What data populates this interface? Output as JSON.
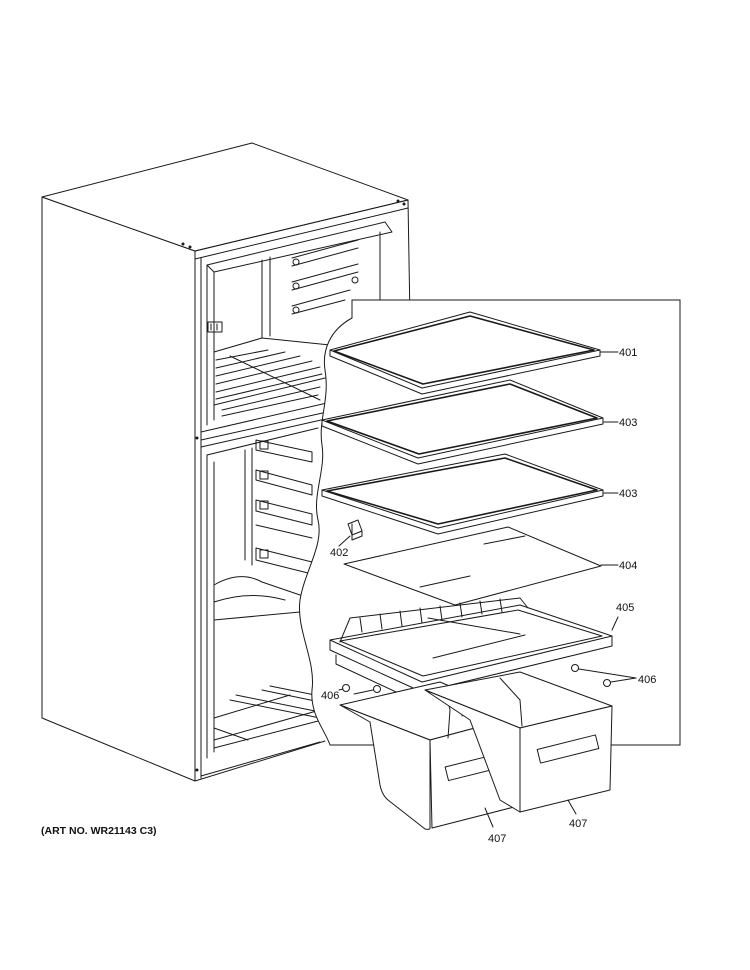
{
  "art_number": "(ART NO. WR21143 C3)",
  "callouts": [
    {
      "id": "c401",
      "text": "401"
    },
    {
      "id": "c403a",
      "text": "403"
    },
    {
      "id": "c403b",
      "text": "403"
    },
    {
      "id": "c402",
      "text": "402"
    },
    {
      "id": "c404",
      "text": "404"
    },
    {
      "id": "c405",
      "text": "405"
    },
    {
      "id": "c406a",
      "text": "406"
    },
    {
      "id": "c406b",
      "text": "406"
    },
    {
      "id": "c407a",
      "text": "407"
    },
    {
      "id": "c407b",
      "text": "407"
    }
  ]
}
